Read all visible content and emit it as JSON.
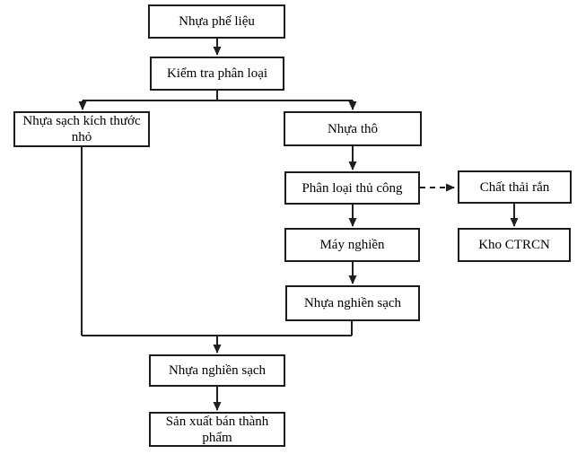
{
  "diagram": {
    "description": "Plastic scrap recycling process flowchart",
    "colors": {
      "line": "#1f1f1f",
      "box_border": "#1c1c1c",
      "box_background": "#ffffff",
      "text": "#000000"
    },
    "nodes": {
      "nhua_phe_lieu": {
        "label": "Nhựa phế liệu"
      },
      "kiem_tra_phan_loai": {
        "label": "Kiểm tra phân loại"
      },
      "nhua_sach_kich_thuoc_nho": {
        "label": "Nhựa sạch kích thước nhỏ"
      },
      "nhua_tho": {
        "label": "Nhựa thô"
      },
      "phan_loai_thu_cong": {
        "label": "Phân loại thủ công"
      },
      "chat_thai_ran": {
        "label": "Chất thải rắn"
      },
      "may_nghien": {
        "label": "Máy nghiền"
      },
      "kho_ctrcn": {
        "label": "Kho CTRCN"
      },
      "nhua_nghien_sach_1": {
        "label": "Nhựa nghiền sạch"
      },
      "nhua_nghien_sach_2": {
        "label": "Nhựa nghiền sạch"
      },
      "san_xuat_ban_thanh_pham": {
        "label": "Sản xuất bán thành phẩm"
      }
    },
    "edges": [
      {
        "from": "nhua_phe_lieu",
        "to": "kiem_tra_phan_loai",
        "style": "solid"
      },
      {
        "from": "kiem_tra_phan_loai",
        "to": "nhua_sach_kich_thuoc_nho",
        "style": "solid"
      },
      {
        "from": "kiem_tra_phan_loai",
        "to": "nhua_tho",
        "style": "solid"
      },
      {
        "from": "nhua_tho",
        "to": "phan_loai_thu_cong",
        "style": "solid"
      },
      {
        "from": "phan_loai_thu_cong",
        "to": "chat_thai_ran",
        "style": "dashed"
      },
      {
        "from": "phan_loai_thu_cong",
        "to": "may_nghien",
        "style": "solid"
      },
      {
        "from": "chat_thai_ran",
        "to": "kho_ctrcn",
        "style": "solid"
      },
      {
        "from": "may_nghien",
        "to": "nhua_nghien_sach_1",
        "style": "solid"
      },
      {
        "from": "nhua_nghien_sach_1",
        "to": "nhua_nghien_sach_2",
        "style": "solid"
      },
      {
        "from": "nhua_sach_kich_thuoc_nho",
        "to": "nhua_nghien_sach_2",
        "style": "solid"
      },
      {
        "from": "nhua_nghien_sach_2",
        "to": "san_xuat_ban_thanh_pham",
        "style": "solid"
      }
    ]
  }
}
